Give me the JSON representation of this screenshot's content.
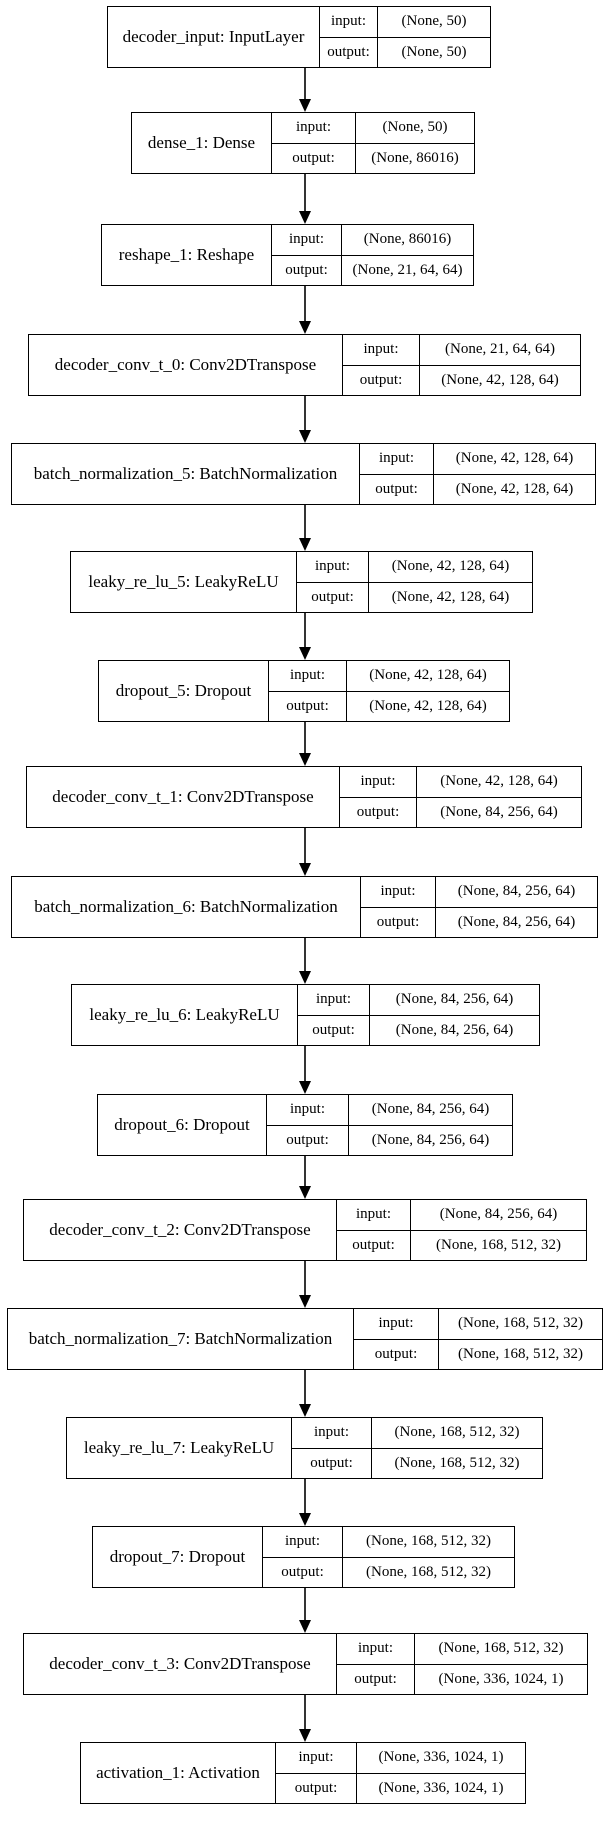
{
  "labels": {
    "input": "input:",
    "output": "output:"
  },
  "layers": [
    {
      "id": "decoder_input",
      "name": "decoder_input: InputLayer",
      "input": "(None, 50)",
      "output": "(None, 50)"
    },
    {
      "id": "dense_1",
      "name": "dense_1: Dense",
      "input": "(None, 50)",
      "output": "(None, 86016)"
    },
    {
      "id": "reshape_1",
      "name": "reshape_1: Reshape",
      "input": "(None, 86016)",
      "output": "(None, 21, 64, 64)"
    },
    {
      "id": "decoder_conv_t_0",
      "name": "decoder_conv_t_0: Conv2DTranspose",
      "input": "(None, 21, 64, 64)",
      "output": "(None, 42, 128, 64)"
    },
    {
      "id": "batch_normalization_5",
      "name": "batch_normalization_5: BatchNormalization",
      "input": "(None, 42, 128, 64)",
      "output": "(None, 42, 128, 64)"
    },
    {
      "id": "leaky_re_lu_5",
      "name": "leaky_re_lu_5: LeakyReLU",
      "input": "(None, 42, 128, 64)",
      "output": "(None, 42, 128, 64)"
    },
    {
      "id": "dropout_5",
      "name": "dropout_5: Dropout",
      "input": "(None, 42, 128, 64)",
      "output": "(None, 42, 128, 64)"
    },
    {
      "id": "decoder_conv_t_1",
      "name": "decoder_conv_t_1: Conv2DTranspose",
      "input": "(None, 42, 128, 64)",
      "output": "(None, 84, 256, 64)"
    },
    {
      "id": "batch_normalization_6",
      "name": "batch_normalization_6: BatchNormalization",
      "input": "(None, 84, 256, 64)",
      "output": "(None, 84, 256, 64)"
    },
    {
      "id": "leaky_re_lu_6",
      "name": "leaky_re_lu_6: LeakyReLU",
      "input": "(None, 84, 256, 64)",
      "output": "(None, 84, 256, 64)"
    },
    {
      "id": "dropout_6",
      "name": "dropout_6: Dropout",
      "input": "(None, 84, 256, 64)",
      "output": "(None, 84, 256, 64)"
    },
    {
      "id": "decoder_conv_t_2",
      "name": "decoder_conv_t_2: Conv2DTranspose",
      "input": "(None, 84, 256, 64)",
      "output": "(None, 168, 512, 32)"
    },
    {
      "id": "batch_normalization_7",
      "name": "batch_normalization_7: BatchNormalization",
      "input": "(None, 168, 512, 32)",
      "output": "(None, 168, 512, 32)"
    },
    {
      "id": "leaky_re_lu_7",
      "name": "leaky_re_lu_7: LeakyReLU",
      "input": "(None, 168, 512, 32)",
      "output": "(None, 168, 512, 32)"
    },
    {
      "id": "dropout_7",
      "name": "dropout_7: Dropout",
      "input": "(None, 168, 512, 32)",
      "output": "(None, 168, 512, 32)"
    },
    {
      "id": "decoder_conv_t_3",
      "name": "decoder_conv_t_3: Conv2DTranspose",
      "input": "(None, 168, 512, 32)",
      "output": "(None, 336, 1024, 1)"
    },
    {
      "id": "activation_1",
      "name": "activation_1: Activation",
      "input": "(None, 336, 1024, 1)",
      "output": "(None, 336, 1024, 1)"
    }
  ]
}
